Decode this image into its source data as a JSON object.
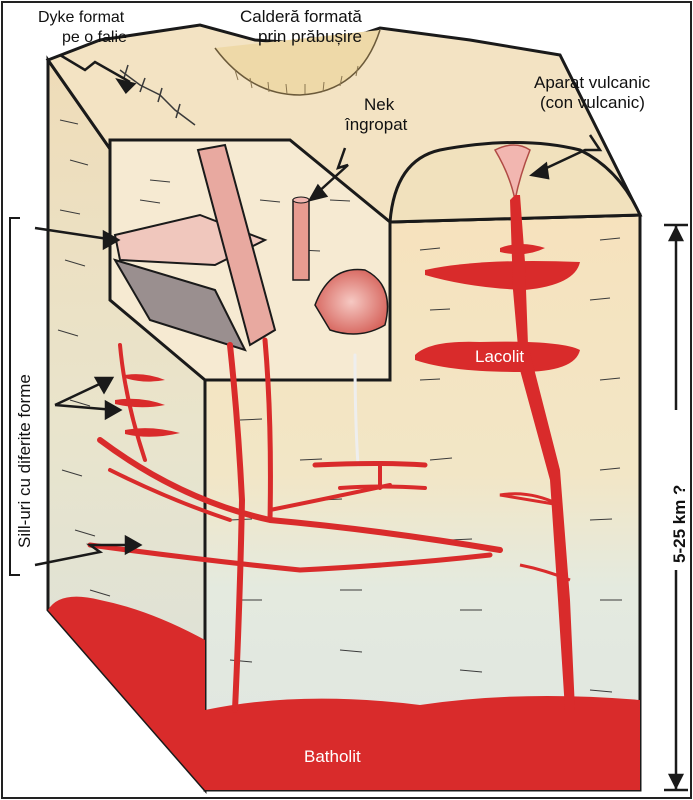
{
  "labels": {
    "dyke_line1": "Dyke format",
    "dyke_line2": "pe o falie",
    "caldera_line1": "Calderă formată",
    "caldera_line2": "prin prăbușire",
    "nek_line1": "Nek",
    "nek_line2": "îngropat",
    "aparat_line1": "Aparat vulcanic",
    "aparat_line2": "(con vulcanic)",
    "lacolit": "Lacolit",
    "batholit": "Batholit",
    "sills": "Sill-uri cu diferite forme",
    "depth": "5-25 km ?"
  },
  "colors": {
    "magma": "#d92b2b",
    "magma_light": "#e8918a",
    "cone_pink": "#f2b6b0",
    "rock_top": "#f4e1bf",
    "rock_mid": "#efe6c8",
    "rock_deep": "#dfe8e6",
    "outline": "#1a1a1a"
  }
}
